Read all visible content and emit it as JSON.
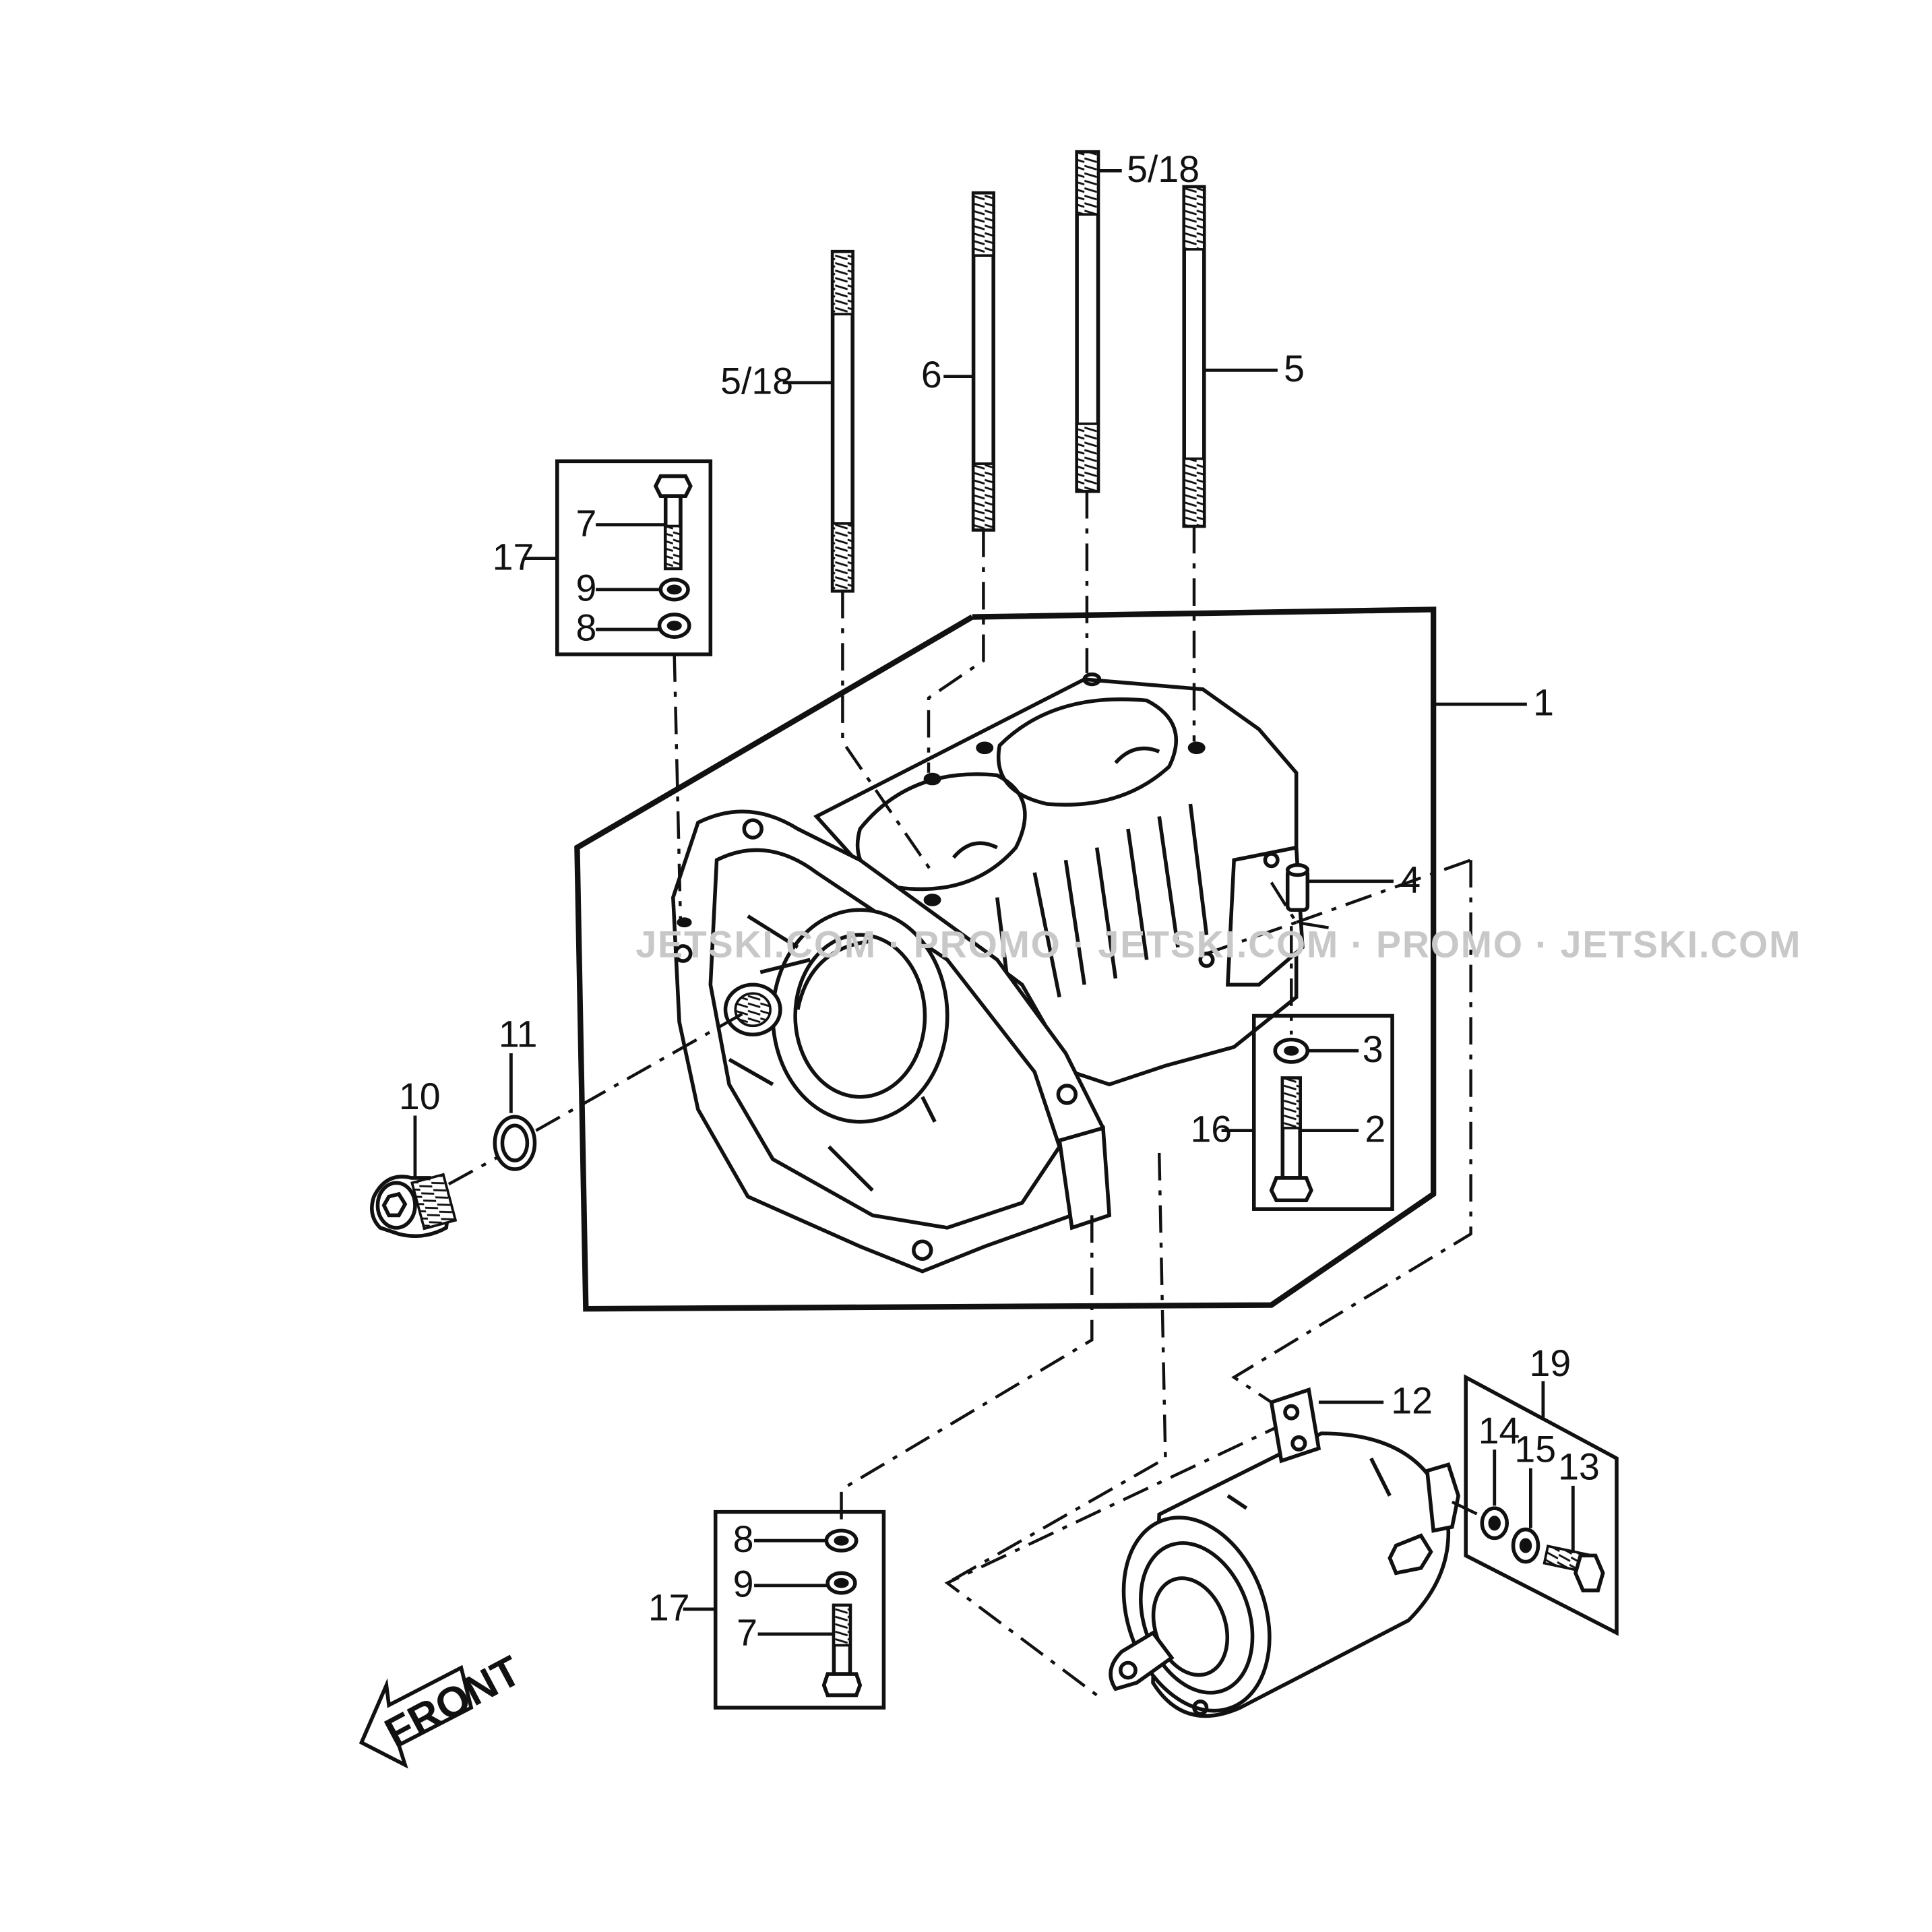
{
  "watermark": "JETSKI.COM · PROMO · JETSKI.COM · PROMO · JETSKI.COM",
  "front_label": "FRONT",
  "callouts": {
    "c1": "1",
    "c2": "2",
    "c3": "3",
    "c4": "4",
    "c5": "5",
    "c6": "6",
    "c5_18_left": "5/18",
    "c5_18_top": "5/18",
    "c7_top": "7",
    "c8_top": "8",
    "c9_top": "9",
    "c17_top": "17",
    "c7_bottom": "7",
    "c8_bottom": "8",
    "c9_bottom": "9",
    "c17_bottom": "17",
    "c10": "10",
    "c11": "11",
    "c12": "12",
    "c13": "13",
    "c14": "14",
    "c15": "15",
    "c16": "16",
    "c19": "19"
  }
}
